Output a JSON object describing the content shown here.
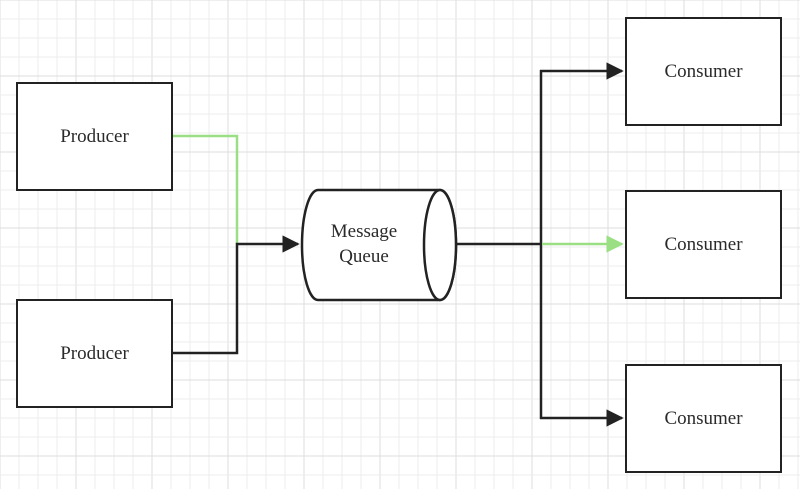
{
  "diagram": {
    "producers": [
      {
        "label": "Producer"
      },
      {
        "label": "Producer"
      }
    ],
    "queue": {
      "line1": "Message",
      "line2": "Queue"
    },
    "consumers": [
      {
        "label": "Consumer"
      },
      {
        "label": "Consumer"
      },
      {
        "label": "Consumer"
      }
    ]
  },
  "colors": {
    "stroke": "#222222",
    "highlight": "#9adf83",
    "grid": "#ececec"
  }
}
